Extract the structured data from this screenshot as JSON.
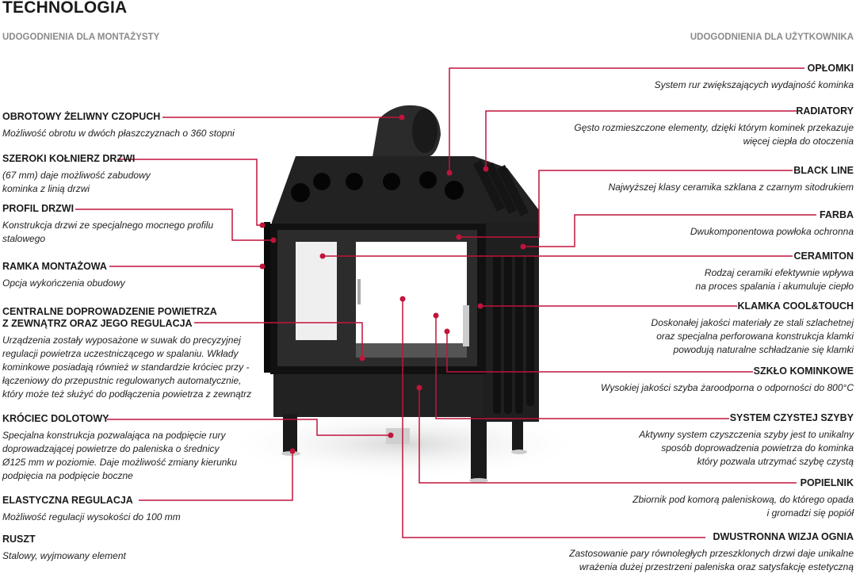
{
  "title": "TECHNOLOGIA",
  "installer_header": "UDOGODNIENIA DLA MONTAŻYSTY",
  "user_header": "UDOGODNIENIA DLA UŻYTKOWNIKA",
  "accent_color": "#c0143c",
  "left_features": [
    {
      "title": "OBROTOWY ŻELIWNY CZOPUCH",
      "desc": "Możliwość obrotu w dwóch płaszczyznach o 360 stopni"
    },
    {
      "title": "SZEROKI KOŁNIERZ DRZWI",
      "desc": "(67 mm) daje możliwość zabudowy\nkominka z linią drzwi"
    },
    {
      "title": "PROFIL DRZWI",
      "desc": "Konstrukcja drzwi ze specjalnego mocnego profilu\nstalowego"
    },
    {
      "title": "RAMKA MONTAŻOWA",
      "desc": "Opcja wykończenia obudowy"
    },
    {
      "title": "CENTRALNE DOPROWADZENIE POWIETRZA\nZ ZEWNĄTRZ ORAZ JEGO REGULACJA",
      "desc": "Urządzenia zostały wyposażone w suwak do precyzyjnej\nregulacji powietrza uczestniczącego w spalaniu. Wkłady\nkominkowe posiadają również w standardzie króciec przy -\nłączeniowy do przepustnic regulowanych automatycznie,\nktóry może też służyć do podłączenia powietrza z zewnątrz"
    },
    {
      "title": "KRÓCIEC DOLOTOWY",
      "desc": "Specjalna konstrukcja pozwalająca na podpięcie rury\ndoprowadzającej powietrze do paleniska o średnicy\nØ125 mm w poziomie. Daje możliwość zmiany kierunku\npodpięcia na podpięcie boczne"
    },
    {
      "title": "ELASTYCZNA REGULACJA",
      "desc": "Możliwość regulacji wysokości do 100 mm"
    },
    {
      "title": "RUSZT",
      "desc": "Stalowy, wyjmowany element"
    }
  ],
  "right_features": [
    {
      "title": "OPŁOMKI",
      "desc": "System rur zwiększających wydajność kominka"
    },
    {
      "title": "RADIATORY",
      "desc": "Gęsto rozmieszczone elementy, dzięki którym kominek przekazuje\nwięcej ciepła do otoczenia"
    },
    {
      "title": "BLACK LINE",
      "desc": "Najwyższej klasy ceramika szklana z czarnym sitodrukiem"
    },
    {
      "title": "FARBA",
      "desc": "Dwukomponentowa powłoka ochronna"
    },
    {
      "title": "CERAMITON",
      "desc": "Rodzaj ceramiki efektywnie wpływa\nna proces spalania i akumuluje ciepło"
    },
    {
      "title": "KLAMKA COOL&TOUCH",
      "desc": "Doskonałej jakości materiały ze stali szlachetnej\noraz specjalna perforowana konstrukcja klamki\npowodują naturalne schładzanie się klamki"
    },
    {
      "title": "SZKŁO KOMINKOWE",
      "desc": "Wysokiej jakości szyba żaroodporna o odporności do 800°C"
    },
    {
      "title": "SYSTEM CZYSTEJ SZYBY",
      "desc": "Aktywny system czyszczenia szyby jest to unikalny\nsposób doprowadzenia powietrza do kominka\nktóry pozwala utrzymać szybę czystą"
    },
    {
      "title": "POPIELNIK",
      "desc": "Zbiornik pod komorą paleniskową, do którego opada\ni gromadzi się popiół"
    },
    {
      "title": "DWUSTRONNA WIZJA OGNIA",
      "desc": "Zastosowanie pary równoległych przeszklonych drzwi daje unikalne\nwrażenia dużej przestrzeni paleniska oraz satysfakcję estetyczną"
    }
  ]
}
